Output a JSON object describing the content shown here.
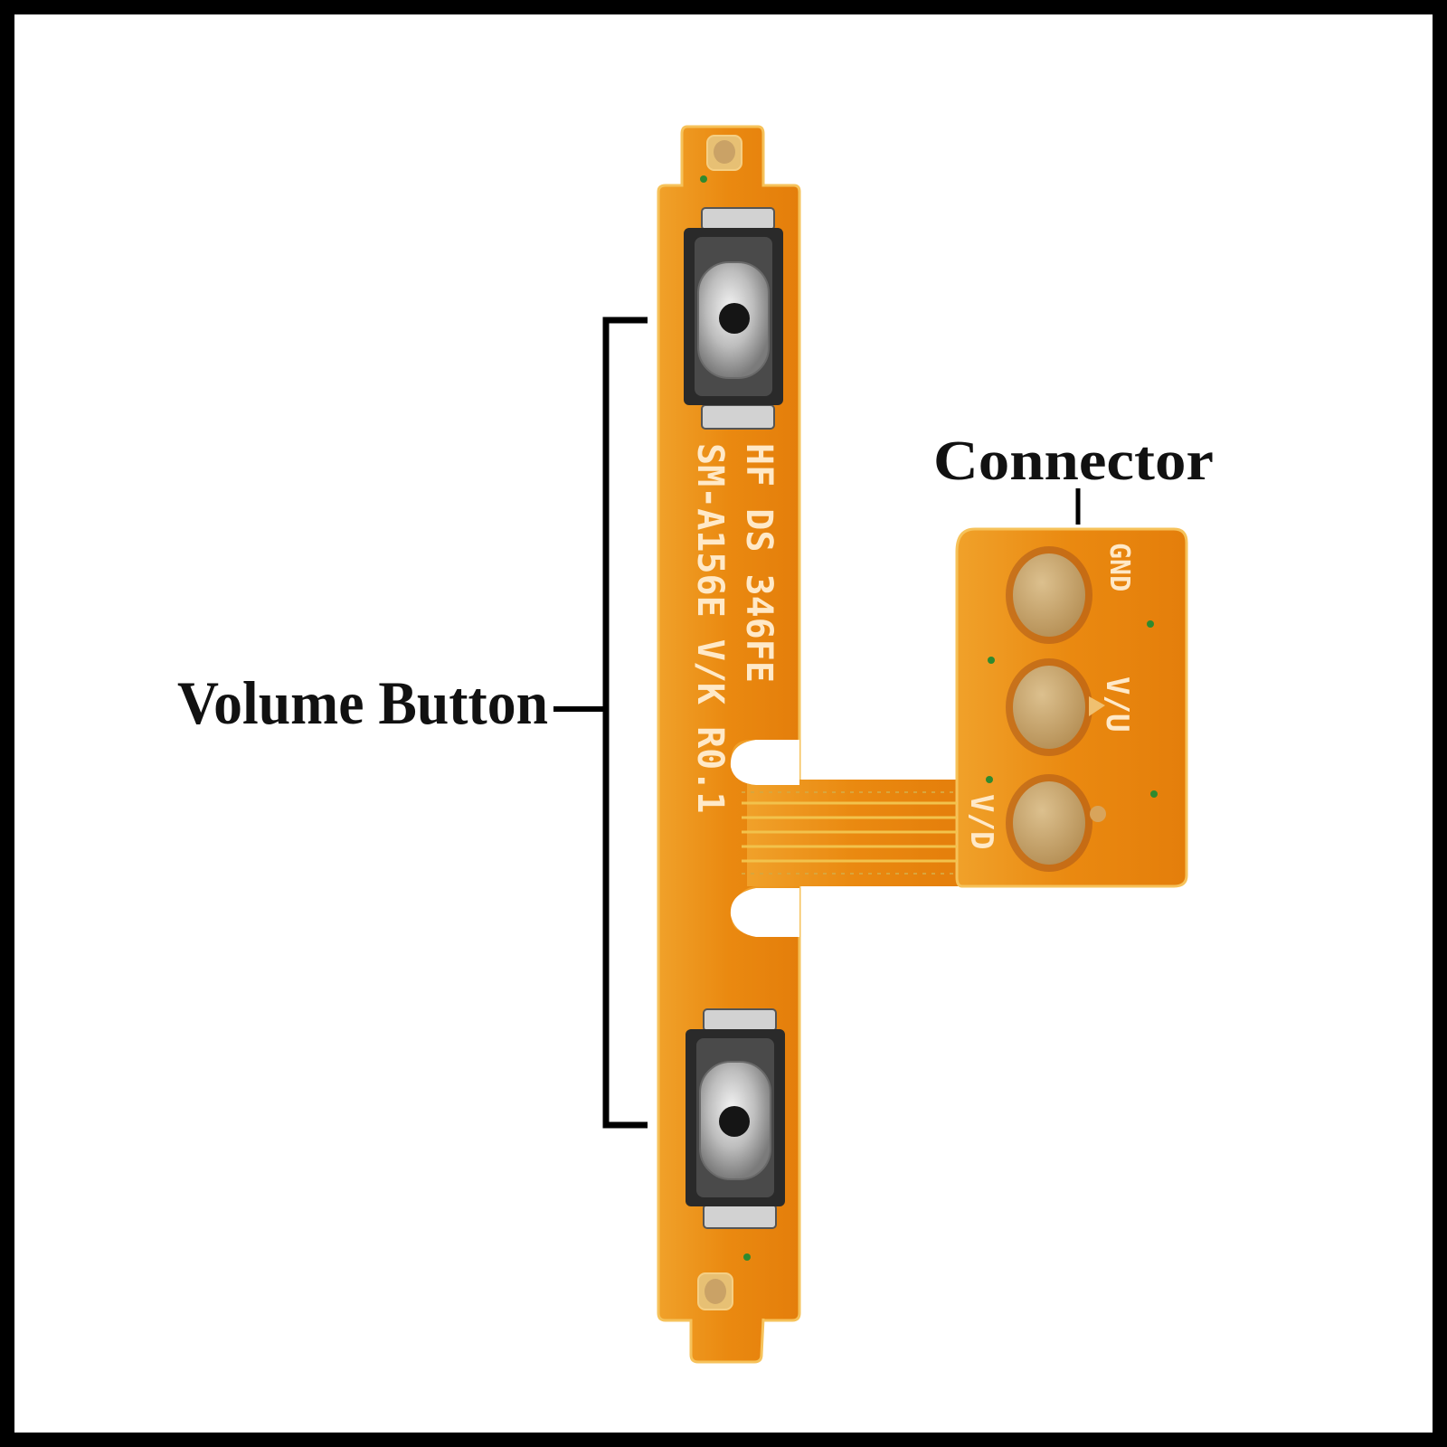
{
  "labels": {
    "volume_button": "Volume Button",
    "connector": "Connector"
  },
  "board": {
    "silk_line1": "HF DS 346FE",
    "silk_line2": "SM-A156E V/K R0.1",
    "pad_gnd": "GND",
    "pad_vu": "V/U",
    "pad_vd": "V/D"
  },
  "colors": {
    "frame": "#000000",
    "background": "#ffffff",
    "flex_pcb": "#ec8a12",
    "flex_pcb_edge": "#f5b33a",
    "contact_pad": "#c9a46a",
    "switch_body": "#2a2a2a",
    "switch_metal": "#c8c8c8",
    "label_text": "#111111"
  }
}
